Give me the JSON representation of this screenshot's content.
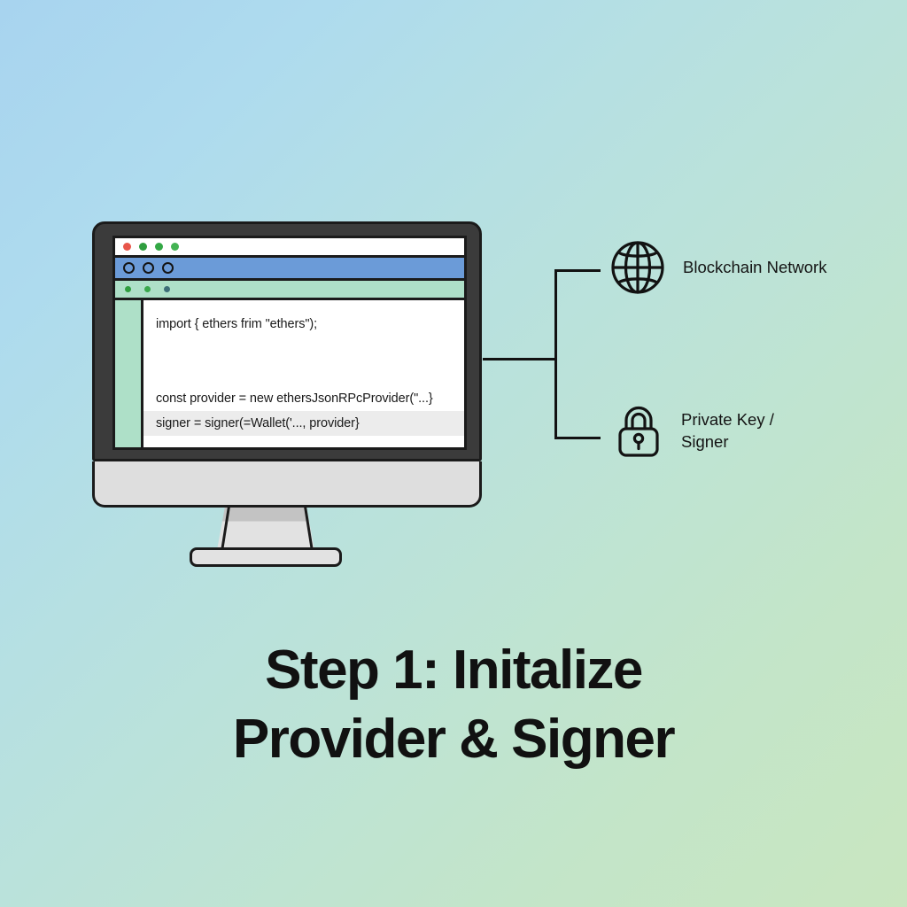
{
  "background": {
    "gradient_from": "#a8d4ef",
    "gradient_mid": "#b6e0e2",
    "gradient_to": "#c9e6c0"
  },
  "monitor": {
    "bezel_color": "#3b3b3b",
    "outline_color": "#1b1b1b",
    "base_color": "#dedede",
    "screen": {
      "titlebar": {
        "dots": [
          {
            "name": "close-dot",
            "color": "#e8564a"
          },
          {
            "name": "minimize-dot",
            "color": "#2f9e3f"
          },
          {
            "name": "maximize-dot",
            "color": "#33a845"
          },
          {
            "name": "extra-dot",
            "color": "#44b354"
          }
        ]
      },
      "toolbar_blue": {
        "color": "#6b9bd8",
        "buttons": [
          "circle-button-1",
          "circle-button-2",
          "circle-button-3"
        ]
      },
      "toolbar_mint": {
        "color": "#aee0c8",
        "dots": [
          {
            "name": "status-dot-1",
            "color": "#2f9e3f"
          },
          {
            "name": "status-dot-2",
            "color": "#3aa84c"
          },
          {
            "name": "status-dot-3",
            "color": "#3d6e78"
          }
        ]
      },
      "gutter_color": "#aee0c8",
      "code_lines": [
        {
          "text": "import { ethers frim \"ethers\");",
          "highlighted": false
        },
        {
          "text": "",
          "highlighted": false
        },
        {
          "text": "",
          "highlighted": false
        },
        {
          "text": "const provider = new ethersJsonRPcProvider(\"...}",
          "highlighted": false
        },
        {
          "text": "signer = signer(=Wallet('..., provider}",
          "highlighted": true
        }
      ],
      "highlight_color": "#ececec"
    }
  },
  "nodes": [
    {
      "id": "blockchain-network",
      "icon": "globe-icon",
      "label": "Blockchain Network"
    },
    {
      "id": "private-key-signer",
      "icon": "lock-icon",
      "label": "Private Key /\nSigner"
    }
  ],
  "heading": {
    "text": "Step 1: Initalize\nProvider & Signer",
    "color": "#111111"
  }
}
